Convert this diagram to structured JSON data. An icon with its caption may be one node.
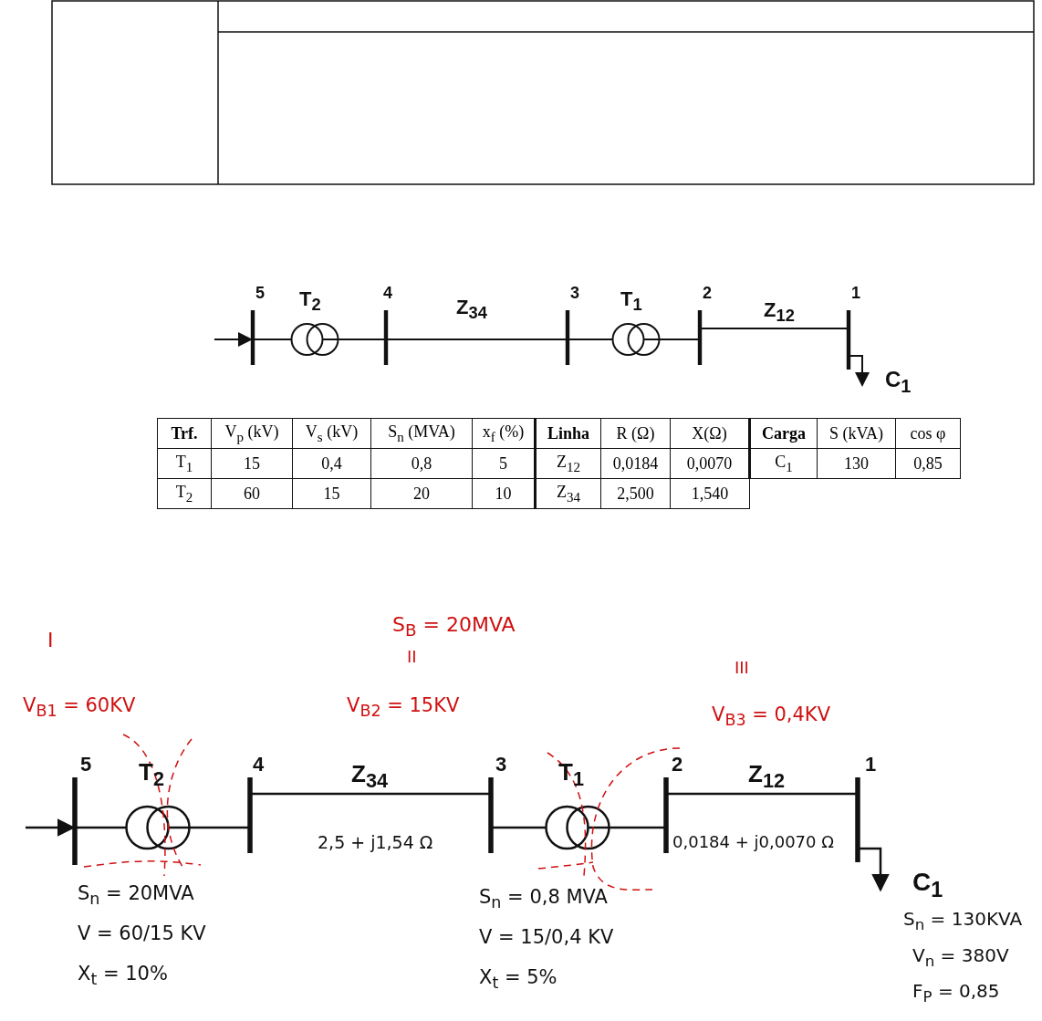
{
  "diagram": {
    "labels": [
      "5",
      "T$_{2}$",
      "4",
      "Z$_{34}$",
      "3",
      "T$_{1}$",
      "2",
      "Z$_{12}$",
      "1",
      "C$_{1}$",
      "Trf.",
      "V$_{p}$ (kV)",
      "V$_{s}$ (kV)",
      "S$_{n}$ (MVA)",
      "x$_{f}$ (%)",
      "Linha",
      "R (Ω)",
      "X(Ω)",
      "Carga",
      "S (kVA)",
      "cos φ",
      "T$_{1}$",
      "15",
      "0,4",
      "0,8",
      "5",
      "Z$_{12}$",
      "0,0184",
      "0,0070",
      "C$_{1}$",
      "130",
      "0,85",
      "T$_{2}$",
      "60",
      "15",
      "20",
      "10",
      "Z$_{34}$",
      "2,500",
      "1,540",
      "I",
      "S$_{B}$ = 20MVA",
      "II",
      "III",
      "V$_{B1}$ = 60KV",
      "V$_{B2}$ = 15KV",
      "V$_{B3}$ = 0,4KV",
      "5",
      "T$_{2}$",
      "4",
      "Z$_{34}$",
      "3",
      "T$_{1}$",
      "2",
      "Z$_{12}$",
      "1",
      "2,5 + j1,54 Ω",
      "0,0184 + j0,0070 Ω",
      "S$_{n}$ = 20MVA",
      "S$_{n}$ = 0,8 MVA",
      "C$_{1}$",
      "S$_{n}$ = 130KVA",
      "V = 60/15 KV",
      "V = 15/0,4 KV",
      "V$_{n}$ = 380V",
      "X$_{t}$ = 10%",
      "X$_{t}$ = 5%",
      "F$_{P}$ = 0,85"
    ]
  }
}
